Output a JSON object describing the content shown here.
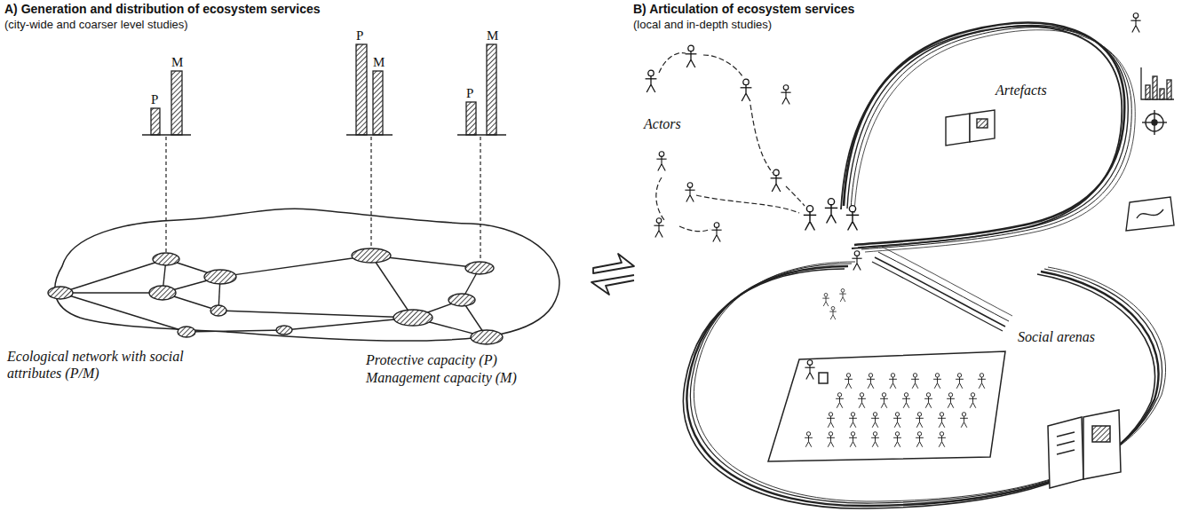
{
  "diagram": {
    "labels": [
      "A) Generation and distribution of ecosystem services",
      "(city-wide and coarser level studies)",
      "B) Articulation of ecosystem services",
      "(local and in-depth studies)",
      "P",
      "M",
      "P",
      "M",
      "P",
      "M",
      "Ecological network with social attributes (P/M)",
      "Protective capacity (P)",
      "Management capacity (M)",
      "Actors",
      "Artefacts",
      "Social arenas"
    ]
  }
}
